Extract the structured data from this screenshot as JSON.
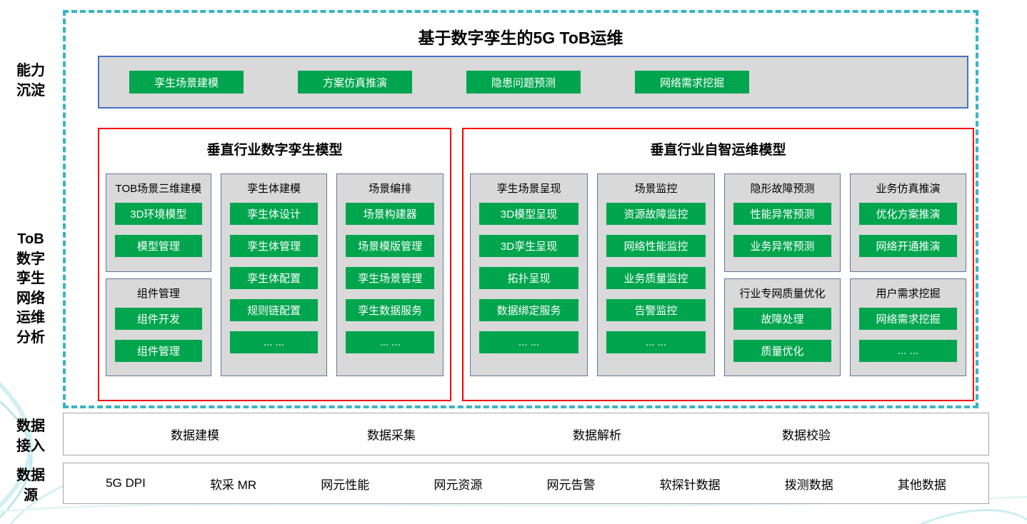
{
  "title": "基于数字孪生的5G ToB运维",
  "side_labels": {
    "capability": [
      "能力",
      "沉淀"
    ],
    "tob": [
      "ToB",
      "数字",
      "孪生",
      "网络",
      "运维",
      "分析"
    ],
    "access": [
      "数据",
      "接入"
    ],
    "source": [
      "数据",
      "源"
    ]
  },
  "capability_bar": {
    "items": [
      "孪生场景建模",
      "方案仿真推演",
      "隐患问题预测",
      "网络需求挖掘"
    ]
  },
  "left_panel": {
    "title": "垂直行业数字孪生模型",
    "columns": [
      {
        "boxes": [
          {
            "header": "TOB场景三维建模",
            "items": [
              "3D环境模型",
              "模型管理"
            ]
          },
          {
            "header": "组件管理",
            "items": [
              "组件开发",
              "组件管理"
            ]
          }
        ]
      },
      {
        "header": "孪生体建模",
        "items": [
          "孪生体设计",
          "孪生体管理",
          "孪生体配置",
          "规则链配置",
          "... ..."
        ]
      },
      {
        "header": "场景编排",
        "items": [
          "场景构建器",
          "场景模版管理",
          "孪生场景管理",
          "孪生数据服务",
          "... ..."
        ]
      }
    ]
  },
  "right_panel": {
    "title": "垂直行业自智运维模型",
    "columns": [
      {
        "header": "孪生场景呈现",
        "items": [
          "3D模型呈现",
          "3D孪生呈现",
          "拓扑呈现",
          "数据绑定服务",
          "... ..."
        ]
      },
      {
        "header": "场景监控",
        "items": [
          "资源故障监控",
          "网络性能监控",
          "业务质量监控",
          "告警监控",
          "... ..."
        ]
      },
      {
        "boxes": [
          {
            "header": "隐形故障预测",
            "items": [
              "性能异常预测",
              "业务异常预测"
            ]
          },
          {
            "header": "行业专网质量优化",
            "items": [
              "故障处理",
              "质量优化"
            ]
          }
        ]
      },
      {
        "boxes": [
          {
            "header": "业务仿真推演",
            "items": [
              "优化方案推演",
              "网络开通推演"
            ]
          },
          {
            "header": "用户需求挖掘",
            "items": [
              "网络需求挖掘",
              "... ..."
            ]
          }
        ]
      }
    ]
  },
  "data_access_row": {
    "items": [
      "数据建模",
      "数据采集",
      "数据解析",
      "数据校验"
    ]
  },
  "data_source_row": {
    "items": [
      "5G DPI",
      "软采 MR",
      "网元性能",
      "网元资源",
      "网元告警",
      "软探针数据",
      "拨测数据",
      "其他数据"
    ]
  },
  "colors": {
    "green": "#00a54e",
    "red": "#ff0000",
    "blue": "#4472c4",
    "teal": "#39b3c6",
    "gray": "#d9d9d9"
  }
}
